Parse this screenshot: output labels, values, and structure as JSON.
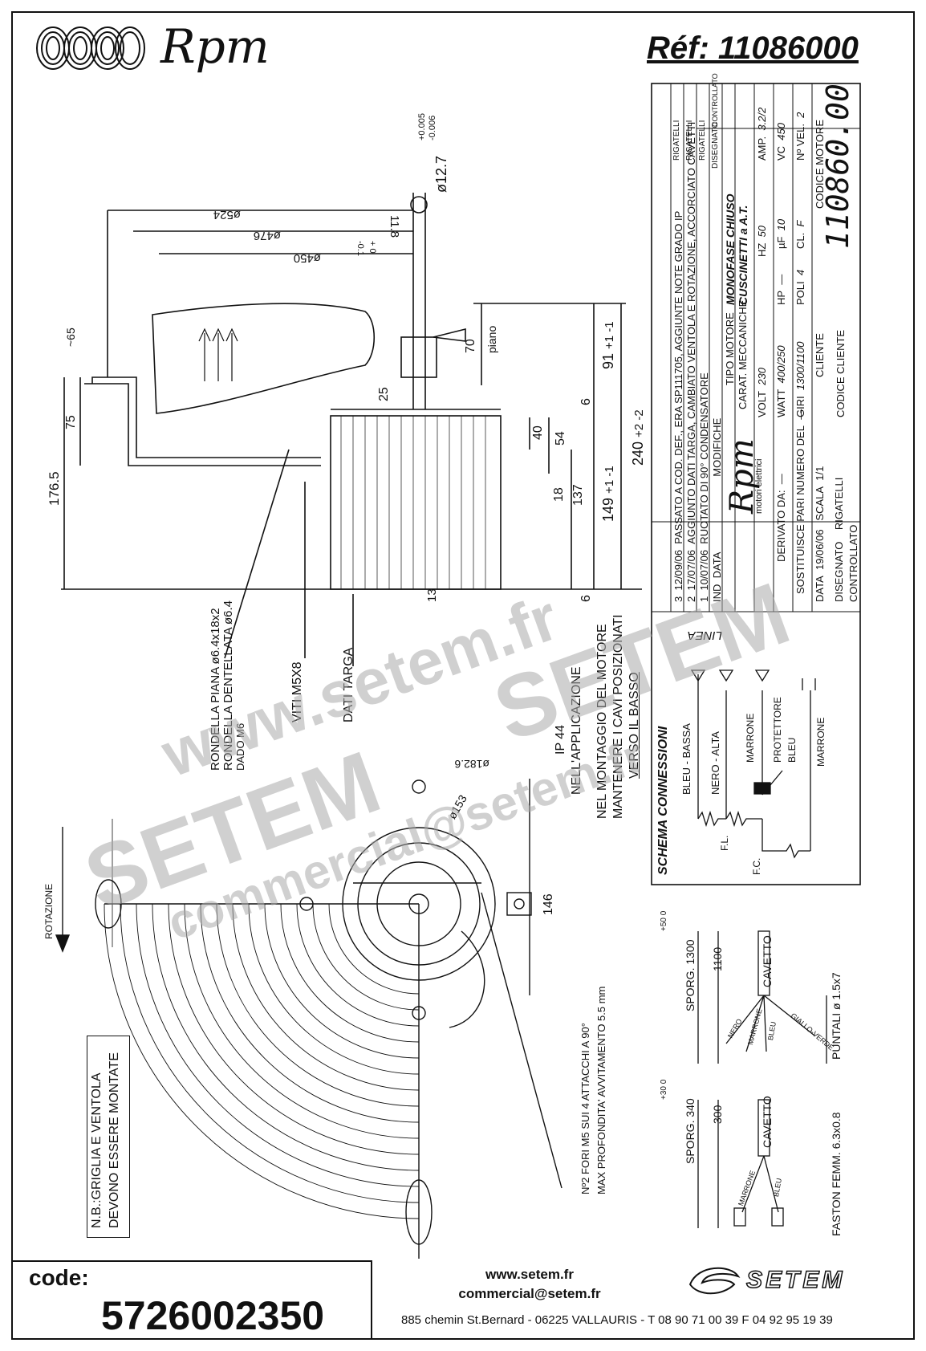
{
  "header": {
    "brand": "Rpm",
    "reference": "Réf:  11086000"
  },
  "title_block": {
    "revisions": [
      {
        "index": "3",
        "date": "12/09/06",
        "description": "PASSATO A COD. DEF., ERA SP111705, AGGIUNTE NOTE GRADO IP",
        "by": "RIGATELLI"
      },
      {
        "index": "2",
        "date": "17/07/06",
        "description": "AGGIUNTO DATI TARGA, CAMBIATO VENTOLA E ROTAZIONE, ACCORCIATO CAVETTI",
        "by": "RIGATELLI"
      },
      {
        "index": "1",
        "date": "10/07/06",
        "description": "RUOTATO DI 90° CONDENSATORE",
        "by": "RIGATELLI"
      }
    ],
    "rev_headers": {
      "ind": "IND",
      "data": "DATA",
      "modifiche": "MODIFICHE",
      "disegnato": "DISEGNATO",
      "controllato": "CONTROLLATO"
    },
    "brand_sub": "motori elettrici",
    "tipo_motore_label": "TIPO MOTORE",
    "tipo_motore": "MONOFASE CHIUSO",
    "carat_label": "CARAT. MECCANICHE",
    "carat": "CUSCINETTI a A.T.",
    "specs": [
      {
        "label": "VOLT",
        "value": "230"
      },
      {
        "label": "HZ",
        "value": "50"
      },
      {
        "label": "AMP.",
        "value": "3.2/2"
      },
      {
        "label": "WATT",
        "value": "400/250"
      },
      {
        "label": "HP",
        "value": "—"
      },
      {
        "label": "µF",
        "value": "10"
      },
      {
        "label": "VC",
        "value": "450"
      },
      {
        "label": "GIRI",
        "value": "1300/1100"
      },
      {
        "label": "POLI",
        "value": "4"
      },
      {
        "label": "CL.",
        "value": "F"
      },
      {
        "label": "Nº VEL.",
        "value": "2"
      }
    ],
    "derivato_label": "DERIVATO DA:",
    "derivato": "—",
    "sostituisce_label": "SOSTITUISCE PARI NUMERO DEL",
    "sostituisce": "—",
    "data_label": "DATA",
    "data": "19/06/06",
    "scala_label": "SCALA",
    "scala": "1/1",
    "disegnato_label": "DISEGNATO",
    "disegnato": "RIGATELLI",
    "controllato_label": "CONTROLLATO",
    "cliente_label": "CLIENTE",
    "codice_cliente_label": "CODICE CLIENTE",
    "codice_motore_label": "CODICE MOTORE",
    "codice_motore": "110860.00"
  },
  "dimensions": {
    "d524": "ø524",
    "d476": "ø476",
    "d450": "ø450",
    "shaft": "ø12.7",
    "shaft_tol_upper": "+0.005",
    "shaft_tol_lower": "-0.006",
    "key": "11.8",
    "key_tol_upper": "+ 0",
    "key_tol_lower": "-0.1",
    "h176": "176.5",
    "h75": "75",
    "h65": "~65",
    "h70": "70",
    "piano": "piano",
    "h91": "91",
    "h91_tol": "+1 -1",
    "h25": "25",
    "h6a": "6",
    "h40": "40",
    "h54": "54",
    "h240": "240",
    "h240_tol": "+2 -2",
    "h18": "18",
    "h137": "137",
    "h149": "149",
    "h149_tol": "+1 -1",
    "h13": "13",
    "h6b": "6",
    "d182": "ø182.6",
    "d153": "ø153",
    "h146": "146"
  },
  "labels": {
    "rondella_piana": "RONDELLA PIANA ø6.4x18x2",
    "rondella_dentellata": "RONDELLA DENTELLATA ø6.4",
    "dado": "DADO M6",
    "viti": "VITI M5X8",
    "dati_targa": "DATI TARGA",
    "ip44": "IP 44",
    "ip44_sub": "NELL'APPLICAZIONE",
    "nel_montaggio_1": "NEL MONTAGGIO DEL MOTORE",
    "nel_montaggio_2": "MANTENERE I CAVI POSIZIONATI",
    "nel_montaggio_3": "VERSO IL BASSO",
    "fori_1": "Nº2 FORI M5 SUI 4 ATTACCHI A 90°",
    "fori_2": "MAX PROFONDITA' AVVITAMENTO 5.5 mm",
    "rotazione": "ROTAZIONE",
    "nb_1": "N.B.:GRIGLIA E VENTOLA",
    "nb_2": "DEVONO ESSERE MONTATE"
  },
  "schema": {
    "title": "SCHEMA CONNESSIONI",
    "linea": "LINEA",
    "bleu_bassa": "BLEU - BASSA",
    "nero_alta": "NERO - ALTA",
    "marrone": "MARRONE",
    "protettore": "PROTETTORE",
    "bleu": "BLEU",
    "marrone2": "MARRONE",
    "fl": "F.L.",
    "fc": "F.C."
  },
  "cable1": {
    "sporg": "SPORG. 1300",
    "sporg_tol": "+50 0",
    "len": "1100",
    "cavetto": "CAVETTO",
    "wires": [
      "NERO",
      "MARRONE",
      "BLEU",
      "GIALLO-VERDE"
    ],
    "puntali": "PUNTALI ø 1.5x7"
  },
  "cable2": {
    "sporg": "SPORG. 340",
    "sporg_tol": "+30 0",
    "len": "300",
    "cavetto": "CAVETTO",
    "wires": [
      "MARRONE",
      "BLEU"
    ],
    "faston": "FASTON FEMM. 6.3x0.8"
  },
  "footer": {
    "code_label": "code:",
    "code_value": "5726002350",
    "web": "www.setem.fr",
    "email": "commercial@setem.fr",
    "address": "885 chemin St.Bernard  -  06225 VALLAURIS  -  T 08 90 71 00 39   F 04 92 95 19 39",
    "brand": "SETEM"
  },
  "watermarks": {
    "w1": "www.setem.fr",
    "w2": "SETEM",
    "w3": "SETEM",
    "w4": "commercial@setem.fr"
  }
}
